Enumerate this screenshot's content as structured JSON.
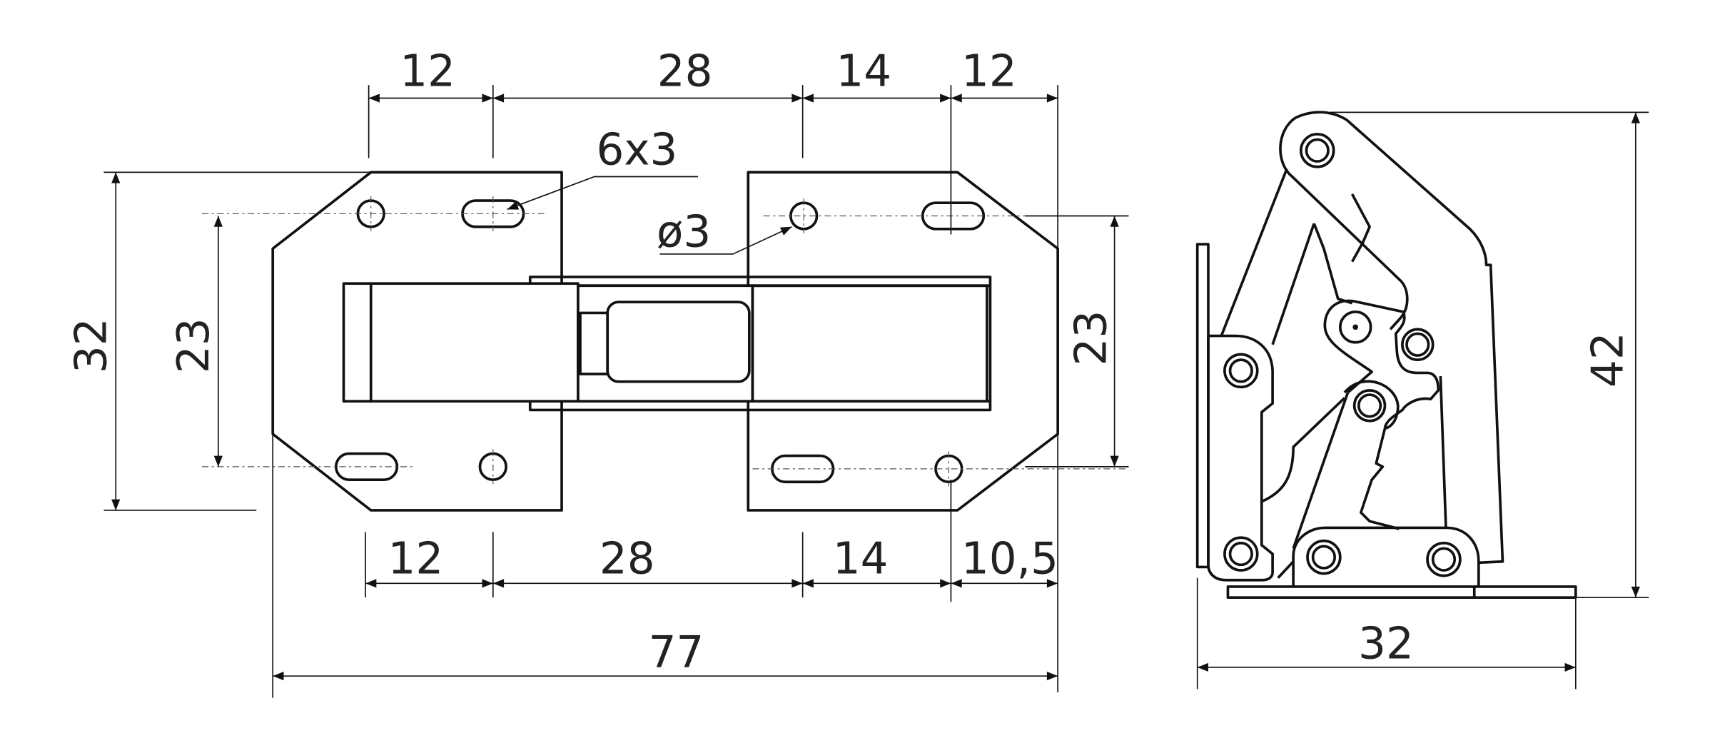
{
  "front_view": {
    "top_dims": [
      "12",
      "28",
      "14",
      "12"
    ],
    "slot_callout": "6x3",
    "hole_callout": "ø3",
    "left_dims": {
      "overall_height": "32",
      "hole_spacing": "23"
    },
    "right_dims": {
      "hole_spacing": "23"
    },
    "bottom_dims": [
      "12",
      "28",
      "14",
      "10,5"
    ],
    "overall_width": "77"
  },
  "side_view": {
    "height": "42",
    "width": "32"
  },
  "colors": {
    "line": "#111111",
    "text": "#222222",
    "background": "#ffffff"
  }
}
